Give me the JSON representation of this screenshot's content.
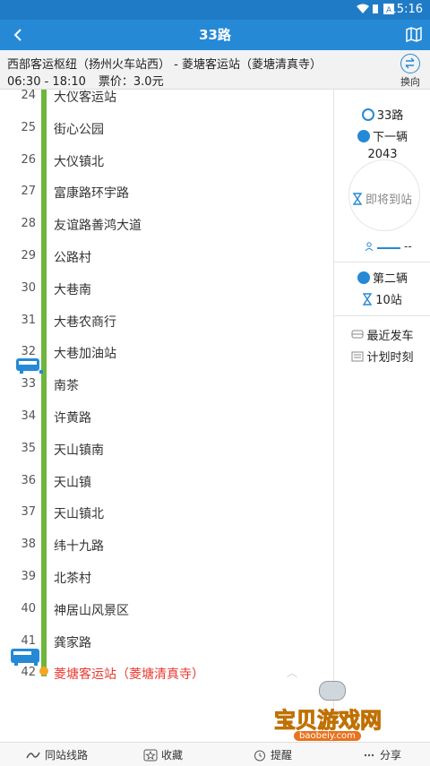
{
  "status": {
    "time": "15:16"
  },
  "header": {
    "title": "33路"
  },
  "info": {
    "route": "西部客运枢纽（扬州火车站西） - 菱塘客运站（菱塘清真寺）",
    "hours": "06:30 - 18:10",
    "price": "票价：3.0元",
    "switch_label": "换向"
  },
  "stops": [
    {
      "num": "24",
      "name": "大仪客运站"
    },
    {
      "num": "25",
      "name": "街心公园"
    },
    {
      "num": "26",
      "name": "大仪镇北"
    },
    {
      "num": "27",
      "name": "富康路环宇路"
    },
    {
      "num": "28",
      "name": "友谊路善鸿大道"
    },
    {
      "num": "29",
      "name": "公路村"
    },
    {
      "num": "30",
      "name": "大巷南"
    },
    {
      "num": "31",
      "name": "大巷农商行"
    },
    {
      "num": "32",
      "name": "大巷加油站"
    },
    {
      "num": "33",
      "name": "南茶"
    },
    {
      "num": "34",
      "name": "许黄路"
    },
    {
      "num": "35",
      "name": "天山镇南"
    },
    {
      "num": "36",
      "name": "天山镇"
    },
    {
      "num": "37",
      "name": "天山镇北"
    },
    {
      "num": "38",
      "name": "纬十九路"
    },
    {
      "num": "39",
      "name": "北茶村"
    },
    {
      "num": "40",
      "name": "神居山风景区"
    },
    {
      "num": "41",
      "name": "龚家路"
    },
    {
      "num": "42",
      "name": "菱塘客运站（菱塘清真寺）"
    }
  ],
  "panel": {
    "route": "33路",
    "next_label": "下一辆",
    "bus_no": "2043",
    "status": "即将到站",
    "passenger": "--",
    "second_label": "第二辆",
    "second_stops": "10站",
    "recent": "最近发车",
    "schedule": "计划时刻"
  },
  "tabs": {
    "same_station": "同站线路",
    "favorite": "收藏",
    "remind": "提醒",
    "share": "分享"
  },
  "watermark": {
    "text": "宝贝游戏网",
    "url": "baobeiy.com"
  },
  "colors": {
    "primary": "#2589D6",
    "line": "#6EB63C",
    "terminal": "#E8382F"
  }
}
